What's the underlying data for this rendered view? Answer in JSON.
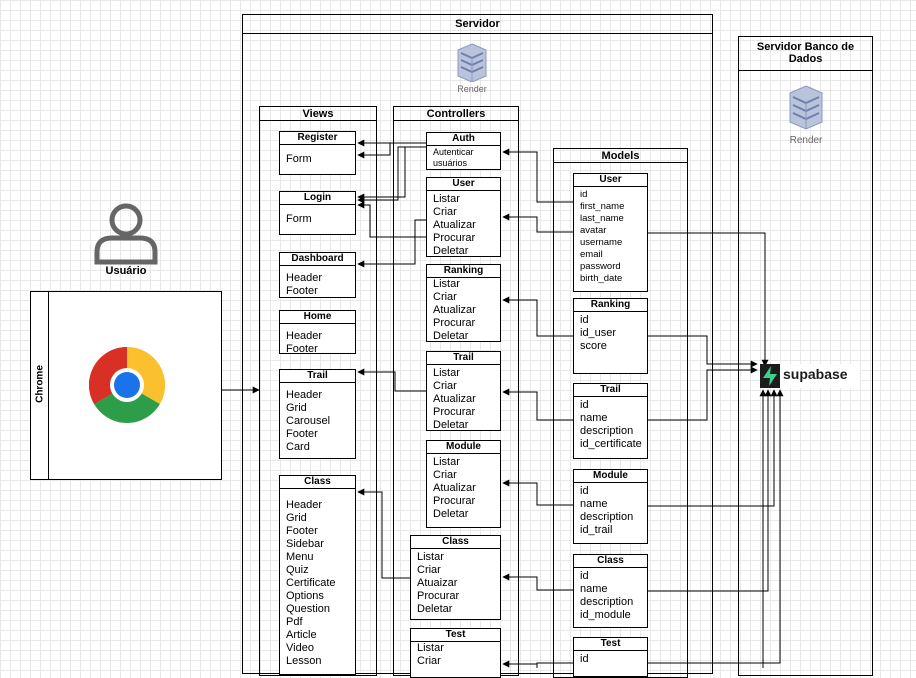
{
  "user": {
    "label": "Usuário"
  },
  "chrome": {
    "label": "Chrome"
  },
  "server": {
    "title": "Servidor",
    "render_label": "Render"
  },
  "db_server": {
    "title": "Servidor Banco de Dados",
    "render_label": "Render",
    "supabase_label": "supabase"
  },
  "views": {
    "title": "Views",
    "items": [
      {
        "title": "Register",
        "fields": [
          "Form"
        ]
      },
      {
        "title": "Login",
        "fields": [
          "Form"
        ]
      },
      {
        "title": "Dashboard",
        "fields": [
          "Header",
          "Footer"
        ]
      },
      {
        "title": "Home",
        "fields": [
          "Header",
          "Footer"
        ]
      },
      {
        "title": "Trail",
        "fields": [
          "Header",
          "Grid",
          "Carousel",
          "Footer",
          "Card"
        ]
      },
      {
        "title": "Class",
        "fields": [
          "Header",
          "Grid",
          "Footer",
          "Sidebar",
          "Menu",
          "Quiz",
          "Certificate",
          "Options",
          "Question",
          "Pdf",
          "Article",
          "Video",
          "Lesson"
        ]
      }
    ]
  },
  "controllers": {
    "title": "Controllers",
    "items": [
      {
        "title": "Auth",
        "fields": [
          "Autenticar",
          "usuários"
        ]
      },
      {
        "title": "User",
        "fields": [
          "Listar",
          "Criar",
          "Atualizar",
          "Procurar",
          "Deletar"
        ]
      },
      {
        "title": "Ranking",
        "fields": [
          "Listar",
          "Criar",
          "Atualizar",
          "Procurar",
          "Deletar"
        ]
      },
      {
        "title": "Trail",
        "fields": [
          "Listar",
          "Criar",
          "Atualizar",
          "Procurar",
          "Deletar"
        ]
      },
      {
        "title": "Module",
        "fields": [
          "Listar",
          "Criar",
          "Atualizar",
          "Procurar",
          "Deletar"
        ]
      },
      {
        "title": "Class",
        "fields": [
          "Listar",
          "Criar",
          "Atuaizar",
          "Procurar",
          "Deletar"
        ]
      },
      {
        "title": "Test",
        "fields": [
          "Listar",
          "Criar"
        ]
      }
    ]
  },
  "models": {
    "title": "Models",
    "items": [
      {
        "title": "User",
        "fields": [
          "id",
          "first_name",
          "last_name",
          "avatar",
          "username",
          "email",
          "password",
          "birth_date"
        ]
      },
      {
        "title": "Ranking",
        "fields": [
          "id",
          "id_user",
          "score"
        ]
      },
      {
        "title": "Trail",
        "fields": [
          "id",
          "name",
          "description",
          "id_certificate"
        ]
      },
      {
        "title": "Module",
        "fields": [
          "id",
          "name",
          "description",
          "id_trail"
        ]
      },
      {
        "title": "Class",
        "fields": [
          "id",
          "name",
          "description",
          "id_module"
        ]
      },
      {
        "title": "Test",
        "fields": [
          "id"
        ]
      }
    ]
  },
  "colors": {
    "line": "#000000",
    "grid": "#e8e8e8",
    "db_icon": "#7d8db5",
    "supabase_green": "#3ecf8e"
  }
}
